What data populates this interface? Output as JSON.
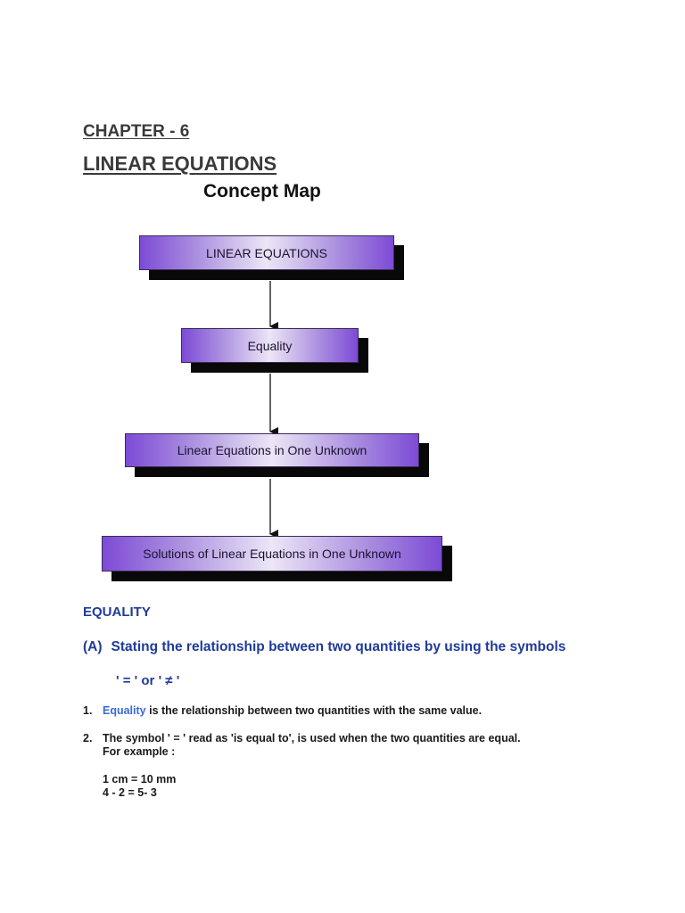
{
  "document": {
    "chapter": "CHAPTER - 6",
    "title": "LINEAR EQUATIONS"
  },
  "concept_map": {
    "title": "Concept Map",
    "boxes": [
      "LINEAR EQUATIONS",
      "Equality",
      "Linear Equations in One Unknown",
      "Solutions of Linear Equations in One Unknown"
    ]
  },
  "section": {
    "heading": "EQUALITY",
    "subheading_tag": "(A)",
    "subheading_text": "Stating the relationship between two quantities by using the symbols",
    "symbols": "' = ' or ' ≠ '"
  },
  "points": [
    {
      "number": "1.",
      "keyword": "Equality",
      "text": " is the relationship between two quantities with the same value."
    },
    {
      "number": "2.",
      "text_line1": "The symbol ' = ' read as 'is equal to', is used when the two quantities are equal.",
      "text_line2": "For example :"
    }
  ],
  "examples": [
    "1 cm = 10 mm",
    "4 - 2 = 5- 3"
  ]
}
